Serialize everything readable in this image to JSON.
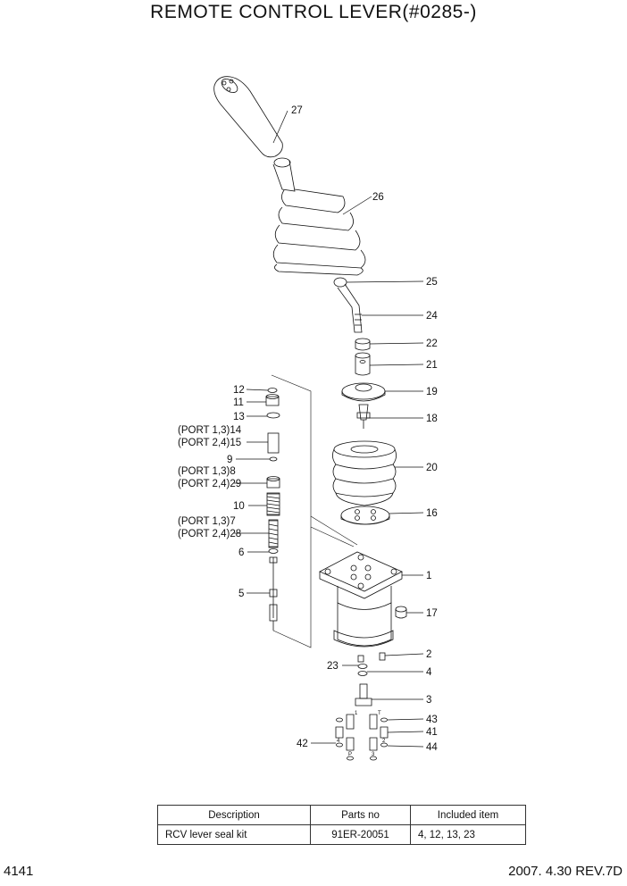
{
  "title": "REMOTE CONTROL LEVER(#0285-)",
  "page_number": "4141",
  "revision": "2007. 4.30  REV.7D",
  "callouts": {
    "c1": "1",
    "c2": "2",
    "c3": "3",
    "c4": "4",
    "c5": "5",
    "c6": "6",
    "c9": "9",
    "c10": "10",
    "c11": "11",
    "c12": "12",
    "c13": "13",
    "c16": "16",
    "c17": "17",
    "c18": "18",
    "c19": "19",
    "c20": "20",
    "c21": "21",
    "c22": "22",
    "c23": "23",
    "c24": "24",
    "c25": "25",
    "c26": "26",
    "c27": "27",
    "c41": "41",
    "c42": "42",
    "c43": "43",
    "c44": "44",
    "port13_14": "(PORT 1,3)14",
    "port24_15": "(PORT 2,4)15",
    "port13_8": "(PORT 1,3)8",
    "port24_29": "(PORT 2,4)29",
    "port13_7": "(PORT 1,3)7",
    "port24_28": "(PORT 2,4)28"
  },
  "port_marks": {
    "p1": "1",
    "pT": "T",
    "p4": "4",
    "p2": "2",
    "pP": "P",
    "p3": "3"
  },
  "kit_table": {
    "headers": [
      "Description",
      "Parts no",
      "Included item"
    ],
    "rows": [
      [
        "RCV lever seal kit",
        "91ER-20051",
        "4, 12, 13, 23"
      ]
    ]
  }
}
